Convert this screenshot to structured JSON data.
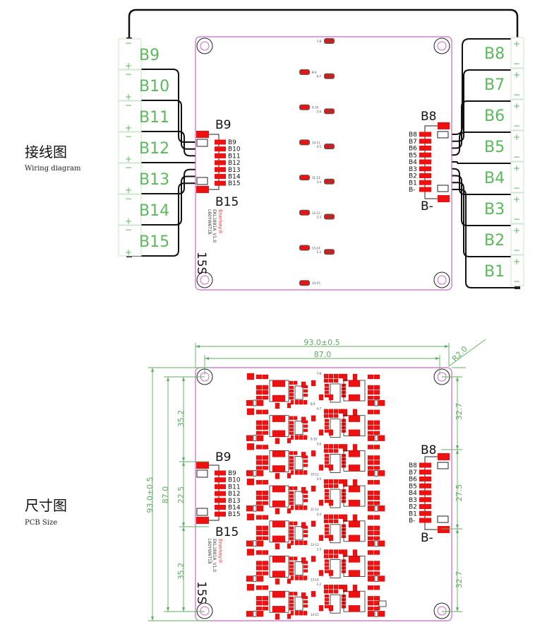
{
  "sections": {
    "wiring": {
      "title_cn": "接线图",
      "title_en": "Wiring diagram"
    },
    "size": {
      "title_cn": "尺寸图",
      "title_en": "PCB Size"
    }
  },
  "cells_left": [
    "B9",
    "B10",
    "B11",
    "B12",
    "B13",
    "B14",
    "B15"
  ],
  "cells_right": [
    "B8",
    "B7",
    "B6",
    "B5",
    "B4",
    "B3",
    "B2",
    "B1"
  ],
  "terminal_plus": "+",
  "terminal_minus": "−",
  "connector_left": {
    "top_label": "B9",
    "bottom_label": "B15",
    "pins": [
      "B9",
      "B10",
      "B11",
      "B12",
      "B13",
      "B14",
      "B15"
    ]
  },
  "connector_right": {
    "top_label": "B8",
    "bottom_label": "B-",
    "pins": [
      "B8",
      "B7",
      "B6",
      "B5",
      "B4",
      "B3",
      "B2",
      "B1",
      "B-"
    ]
  },
  "board": {
    "brand": "Enerkey®",
    "model": "EKL1881A_V1.0",
    "code": "L60YW6T18",
    "series": "15S"
  },
  "balance_labels_right": [
    "7-8",
    "6-7",
    "5-6",
    "4-5",
    "3-4",
    "2-3",
    "1-2"
  ],
  "balance_labels_left": [
    "8-9",
    "9-10",
    "10-11",
    "11-12",
    "12-13",
    "13-14",
    "14-15"
  ],
  "dimensions": {
    "overall_width": "93.0±0.5",
    "hole_width": "87.0",
    "corner_radius": "R2.0",
    "overall_height": "93.0±0.5",
    "hole_height": "87.0",
    "left_top": "35.2",
    "left_mid": "22.5",
    "left_bottom": "35.2",
    "right_top": "32.7",
    "right_mid": "27.5",
    "right_bottom": "32.7"
  },
  "colors": {
    "pad": "#ee1111",
    "board_outline": "#cc66cc",
    "dimension": "#5fae5f",
    "cell_label": "#5cb85c",
    "wire": "#111111"
  }
}
